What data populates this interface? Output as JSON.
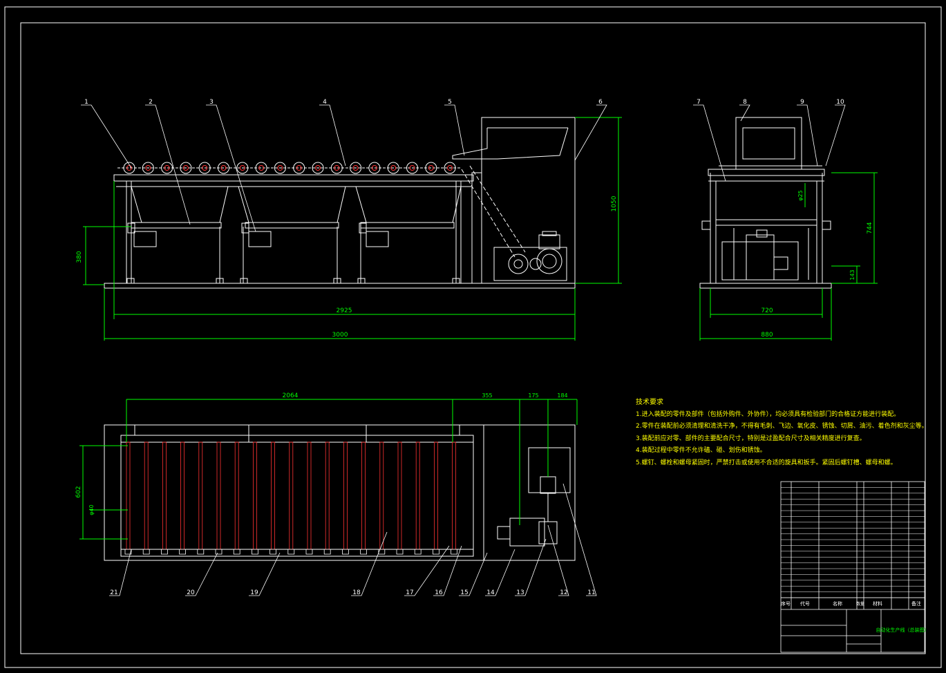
{
  "colors": {
    "background": "#000000",
    "frame": "#ffffff",
    "dimension": "#00ff00",
    "leader": "#ffffff",
    "text": "#ffff00",
    "roller": "#ff3333"
  },
  "callouts": [
    "1",
    "2",
    "3",
    "4",
    "5",
    "6",
    "7",
    "8",
    "9",
    "10",
    "11",
    "12",
    "13",
    "14",
    "15",
    "16",
    "17",
    "18",
    "19",
    "20",
    "21"
  ],
  "dimensions": {
    "front_height_left": "380",
    "front_height_right": "1050",
    "front_inner_width": "2925",
    "front_total_width": "3000",
    "side_height_right": "744",
    "side_small_right": "143",
    "side_inner_width": "720",
    "side_total_width": "880",
    "side_diameter": "φ25",
    "top_width_main": "2064",
    "top_width_b": "355",
    "top_width_c": "175",
    "top_width_d": "184",
    "top_height_left": "602",
    "top_diameter": "φ40"
  },
  "tech_requirements": {
    "title": "技术要求",
    "items": [
      "1.进入装配的零件及部件（包括外购件、外协件），均必须具有检验部门的合格证方能进行装配。",
      "2.零件在装配前必须清理和清洗干净，不得有毛刺、飞边、氧化皮、锈蚀、切屑、油污、着色剂和灰尘等。",
      "3.装配前应对零、部件的主要配合尺寸，特别是过盈配合尺寸及相关精度进行复查。",
      "4.装配过程中零件不允许磕、碰、划伤和锈蚀。",
      "5.螺钉、螺栓和螺母紧固时，严禁打击或使用不合适的旋具和扳手。紧固后螺钉槽、螺母和螺。"
    ]
  },
  "title_block": {
    "header_no": "序号",
    "header_code": "代号",
    "header_name": "名称",
    "header_qty": "数量",
    "header_material": "材料",
    "header_remark": "备注",
    "drawing_title": "自动化生产线（总装图）"
  }
}
